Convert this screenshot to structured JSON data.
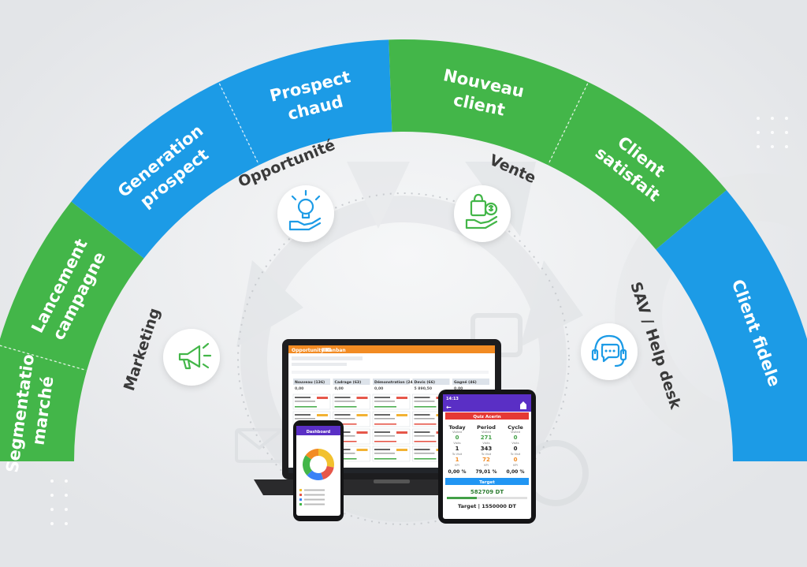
{
  "arc_segments": [
    {
      "label": [
        "Segmentation",
        "marché"
      ],
      "color": "#43b649"
    },
    {
      "label": [
        "Lancement",
        "campagne"
      ],
      "color": "#43b649"
    },
    {
      "label": [
        "Generation",
        "prospect"
      ],
      "color": "#1c9be6"
    },
    {
      "label": [
        "Prospect",
        "chaud"
      ],
      "color": "#1c9be6"
    },
    {
      "label": [
        "Nouveau",
        "client"
      ],
      "color": "#43b649"
    },
    {
      "label": [
        "Client",
        "satisfait"
      ],
      "color": "#43b649"
    },
    {
      "label": [
        "Client fidele"
      ],
      "color": "#1c9be6"
    }
  ],
  "stages": [
    {
      "label": "Marketing",
      "icon": "megaphone-icon",
      "color": "#43b649"
    },
    {
      "label": "Opportunité",
      "icon": "lightbulb-hand-icon",
      "color": "#1c9be6"
    },
    {
      "label": "Vente",
      "icon": "shopping-bag-hand-icon",
      "color": "#43b649"
    },
    {
      "label": "SAV / Help desk",
      "icon": "headset-chat-icon",
      "color": "#1c9be6"
    }
  ],
  "laptop_screen": {
    "title": "Opportunity Kanban",
    "columns": [
      {
        "name": "Nouveau (136)",
        "amount": "0,00"
      },
      {
        "name": "Cadrage (63)",
        "amount": "0,00"
      },
      {
        "name": "Démonstration (24)",
        "amount": "0,00"
      },
      {
        "name": "Devis (66)",
        "amount": "5 890,50"
      },
      {
        "name": "Gagné (46)",
        "amount": "0,00"
      }
    ]
  },
  "phone_screen": {
    "title": "Dashboard"
  },
  "tablet_screen": {
    "time": "14:13",
    "banner": "Quiz Acerin",
    "columns": [
      {
        "name": "Today",
        "visited_label": "Visited",
        "visited": "0",
        "visits_label": "Visits",
        "visits": "1",
        "to_visit_label": "To Visit",
        "to_visit": "1",
        "kpi_label": "KPI",
        "kpi": "0,00 %"
      },
      {
        "name": "Period",
        "visited_label": "Visited",
        "visited": "271",
        "visits_label": "Visits",
        "visits": "343",
        "to_visit_label": "To Visit",
        "to_visit": "72",
        "kpi_label": "KPI",
        "kpi": "79,01 %"
      },
      {
        "name": "Cycle",
        "visited_label": "Visited",
        "visited": "0",
        "visits_label": "Visits",
        "visits": "0",
        "to_visit_label": "To Visit",
        "to_visit": "0",
        "kpi_label": "KPI",
        "kpi": "0,00 %"
      }
    ],
    "target_label": "Target",
    "target_value": "582709 DT",
    "target_total": "Target | 1550000 DT"
  }
}
